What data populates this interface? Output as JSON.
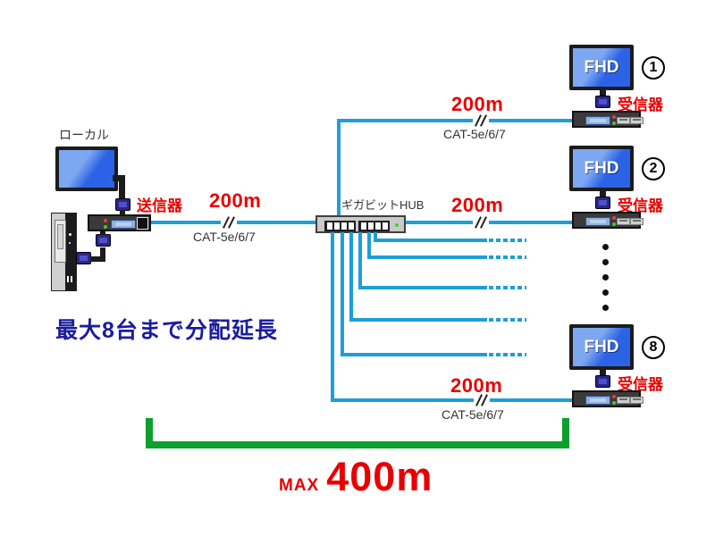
{
  "colors": {
    "cable": "#1E9ED9",
    "accent_red": "#E80000",
    "bracket_green": "#0CA02C",
    "note_navy": "#1C1C9E",
    "screen_blue": "#2c63e6"
  },
  "local": {
    "label": "ローカル"
  },
  "transmitter": {
    "label": "送信器",
    "distance": "200m",
    "cable_type": "CAT-5e/6/7"
  },
  "hub": {
    "label": "ギガビットHUB"
  },
  "receivers": [
    {
      "number": "1",
      "monitor_label": "FHD",
      "label": "受信器",
      "distance": "200m",
      "cable_type": "CAT-5e/6/7"
    },
    {
      "number": "2",
      "monitor_label": "FHD",
      "label": "受信器",
      "distance": "200m"
    },
    {
      "number": "8",
      "monitor_label": "FHD",
      "label": "受信器",
      "distance": "200m",
      "cable_type": "CAT-5e/6/7"
    }
  ],
  "note": "最大8台まで分配延長",
  "max": {
    "prefix": "MAX",
    "value": "400m"
  }
}
